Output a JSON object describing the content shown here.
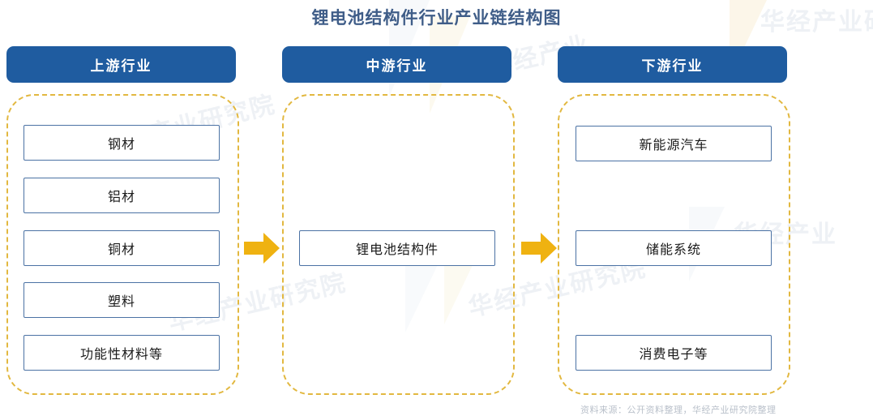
{
  "page": {
    "title": "锂电池结构件行业产业链结构图",
    "footnote": "资料来源：公开资料整理，华经产业研究院整理"
  },
  "watermark": {
    "text": "华经产业研究院",
    "short": "华经产业"
  },
  "columns": [
    {
      "id": "upstream",
      "header": "上游行业",
      "items": [
        "钢材",
        "铝材",
        "铜材",
        "塑料",
        "功能性材料等"
      ]
    },
    {
      "id": "midstream",
      "header": "中游行业",
      "items": [
        "锂电池结构件"
      ]
    },
    {
      "id": "downstream",
      "header": "下游行业",
      "items": [
        "新能源汽车",
        "储能系统",
        "消费电子等"
      ]
    }
  ],
  "arrows": [
    {
      "name": "arrow-upstream-to-midstream",
      "direction": "right"
    },
    {
      "name": "arrow-midstream-to-downstream",
      "direction": "right"
    }
  ],
  "colors": {
    "header_blue": "#1F5CA0",
    "title_blue": "#3F5D88",
    "dashed_gold": "#E2B840",
    "arrow_gold": "#EFB211",
    "box_border": "#4B72A4",
    "background": "#FFFFFF"
  }
}
